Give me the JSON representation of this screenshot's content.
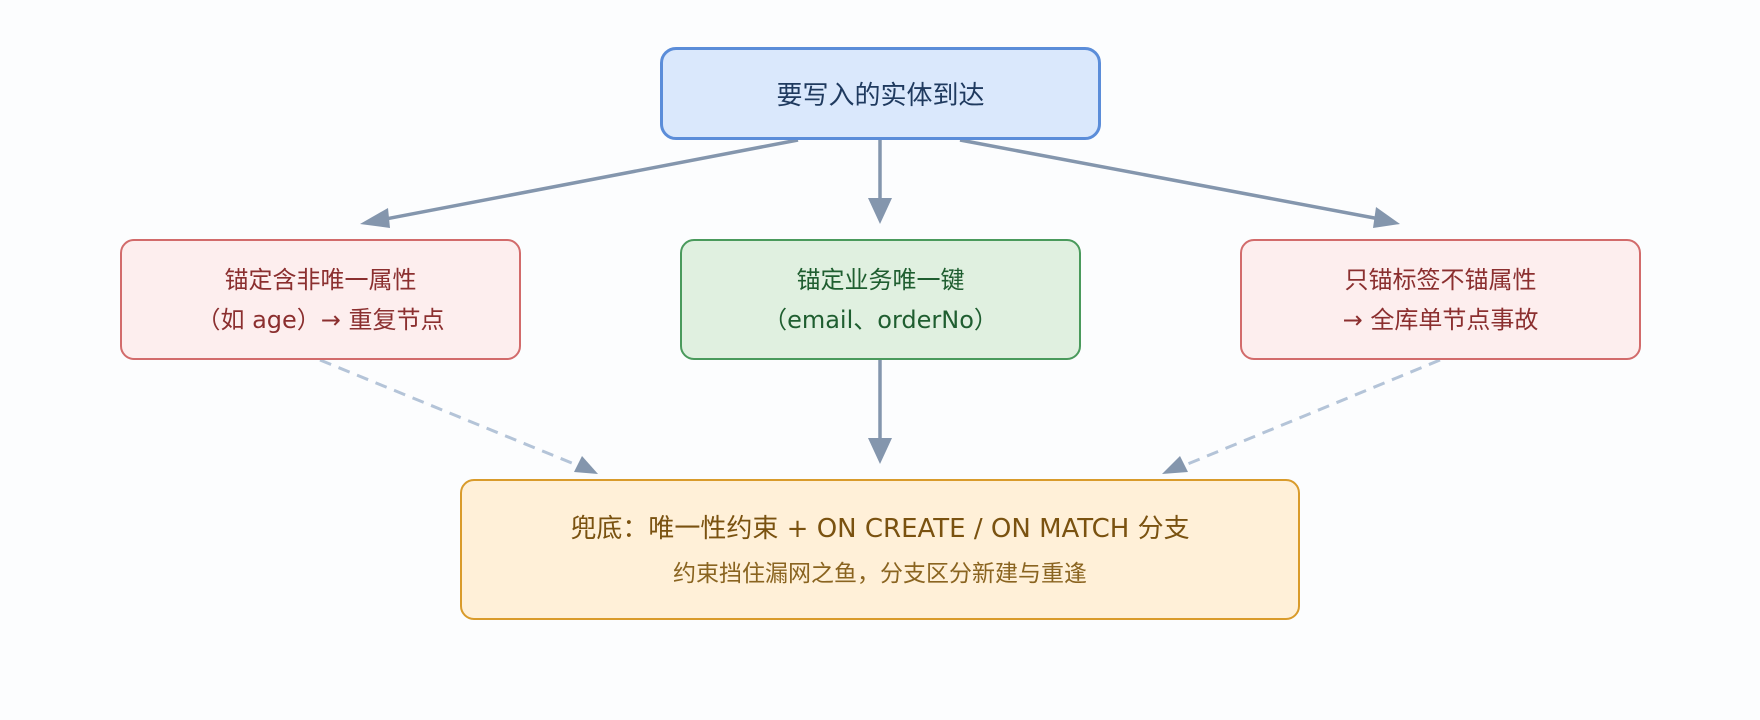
{
  "nodes": {
    "start": {
      "label": "要写入的实体到达"
    },
    "left": {
      "line1": "锚定含非唯一属性",
      "line2": "（如 age）→ 重复节点"
    },
    "mid": {
      "line1": "锚定业务唯一键",
      "line2": "（email、orderNo）"
    },
    "right": {
      "line1": "只锚标签不锚属性",
      "line2": "→ 全库单节点事故"
    },
    "fallback": {
      "title": "兜底：唯一性约束 + ON CREATE / ON MATCH 分支",
      "subtitle": "约束挡住漏网之鱼，分支区分新建与重逢"
    }
  },
  "colors": {
    "solid_edge": "#8496ad",
    "dashed_edge": "#b4c4d8",
    "start_border": "#5b8dd9",
    "warning_border": "#d26b6b",
    "good_border": "#4a9a5c",
    "fallback_border": "#d99b2b"
  }
}
